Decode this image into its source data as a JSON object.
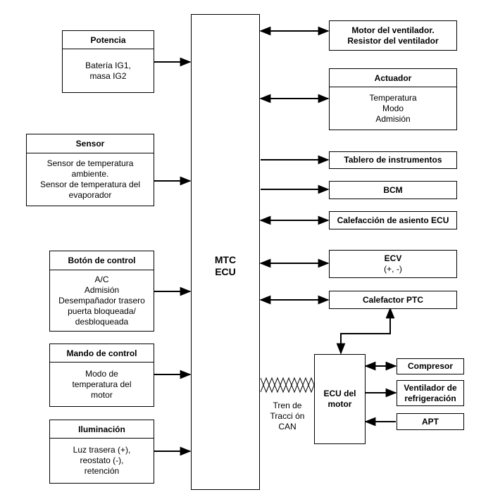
{
  "left": {
    "potencia": {
      "title": "Potencia",
      "body": "Batería IG1,\nmasa IG2"
    },
    "sensor": {
      "title": "Sensor",
      "body": "Sensor de temperatura\nambiente.\nSensor de temperatura del\nevaporador"
    },
    "boton": {
      "title": "Botón de control",
      "body": "A/C\nAdmisión\nDesempañador trasero\npuerta bloqueada/\ndesbloqueada"
    },
    "mando": {
      "title": "Mando de control",
      "body": "Modo de\ntemperatura del\nmotor"
    },
    "iluminacion": {
      "title": "Iluminación",
      "body": "Luz trasera (+),\nreostato (-),\nretención"
    }
  },
  "center": {
    "label": "MTC\nECU"
  },
  "right": {
    "motor_ventilador": {
      "title": "Motor del ventilador.\nResistor del ventilador"
    },
    "actuador": {
      "title": "Actuador",
      "body": "Temperatura\nModo\nAdmisión"
    },
    "tablero": {
      "title": "Tablero de instrumentos"
    },
    "bcm": {
      "title": "BCM"
    },
    "calefaccion": {
      "title": "Calefacción de asiento ECU"
    },
    "ecv": {
      "title": "ECV",
      "body": "(+, -)"
    },
    "calefactor_ptc": {
      "title": "Calefactor PTC"
    }
  },
  "engine": {
    "ecu_motor": {
      "label": "ECU del\nmotor"
    },
    "compresor": {
      "title": "Compresor"
    },
    "ventilador_ref": {
      "title": "Ventilador de\nrefrigeración"
    },
    "apt": {
      "title": "APT"
    },
    "can_label": "Tren de\nTracci ón\nCAN"
  }
}
